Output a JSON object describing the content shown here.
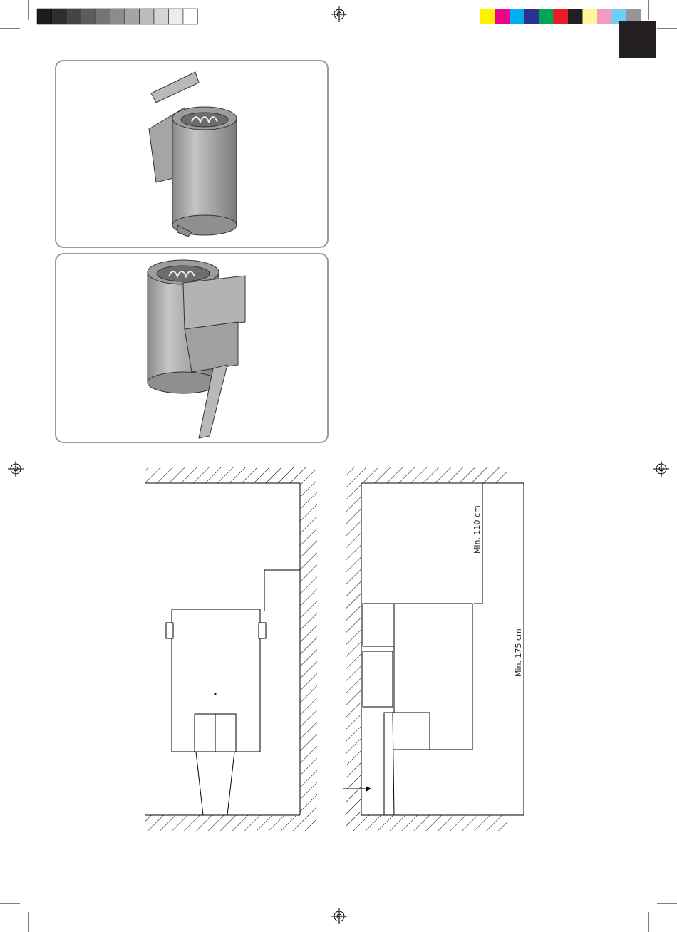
{
  "page": {
    "grayscale_bar": [
      "#1c1c1c",
      "#2e2e2e",
      "#454545",
      "#5c5c5c",
      "#747474",
      "#8c8c8c",
      "#a4a4a4",
      "#bcbcbc",
      "#d4d4d4",
      "#ececec",
      "#ffffff"
    ],
    "color_bar": [
      "#fff200",
      "#ec008c",
      "#00aeef",
      "#2e3192",
      "#00a651",
      "#ed1c24",
      "#231f20",
      "#fff799",
      "#f49ac1",
      "#6dcff6",
      "#939598"
    ],
    "tab_color": "#231f20"
  },
  "figures": {
    "top_panel": {
      "icon": "heater-exploded-view-illustration"
    },
    "middle_panel": {
      "icon": "heater-assembled-illustration"
    },
    "front_diagram": {
      "icon": "heater-front-elevation-drawing"
    },
    "side_diagram": {
      "icon": "heater-side-elevation-drawing",
      "dim_top": "Min. 110 cm",
      "dim_total": "Min. 175 cm"
    }
  }
}
